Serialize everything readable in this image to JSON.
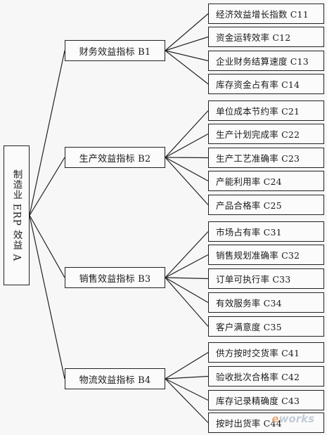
{
  "diagram": {
    "root": {
      "label": "制造业 ERP 效益 A"
    },
    "groups": [
      {
        "label": "财务效益指标 B1",
        "items": [
          "经济效益增长指数 C11",
          "资金运转效率 C12",
          "企业财务结算速度 C13",
          "库存资金占有率 C14"
        ]
      },
      {
        "label": "生产效益指标 B2",
        "items": [
          "单位成本节约率 C21",
          "生产计划完成率 C22",
          "生产工艺准确率 C23",
          "产能利用率 C24",
          "产品合格率 C25"
        ]
      },
      {
        "label": "销售效益指标 B3",
        "items": [
          "市场占有率 C31",
          "销售规划准确率 C32",
          "订单可执行率 C33",
          "有效服务率 C34",
          "客户满意度 C35"
        ]
      },
      {
        "label": "物流效益指标 B4",
        "items": [
          "供方按时交货率 C41",
          "验收批次合格率 C42",
          "库存记录精确度 C43",
          "按时出货率 C44"
        ]
      }
    ]
  },
  "watermark": {
    "prefix": "e",
    "text": "works"
  }
}
